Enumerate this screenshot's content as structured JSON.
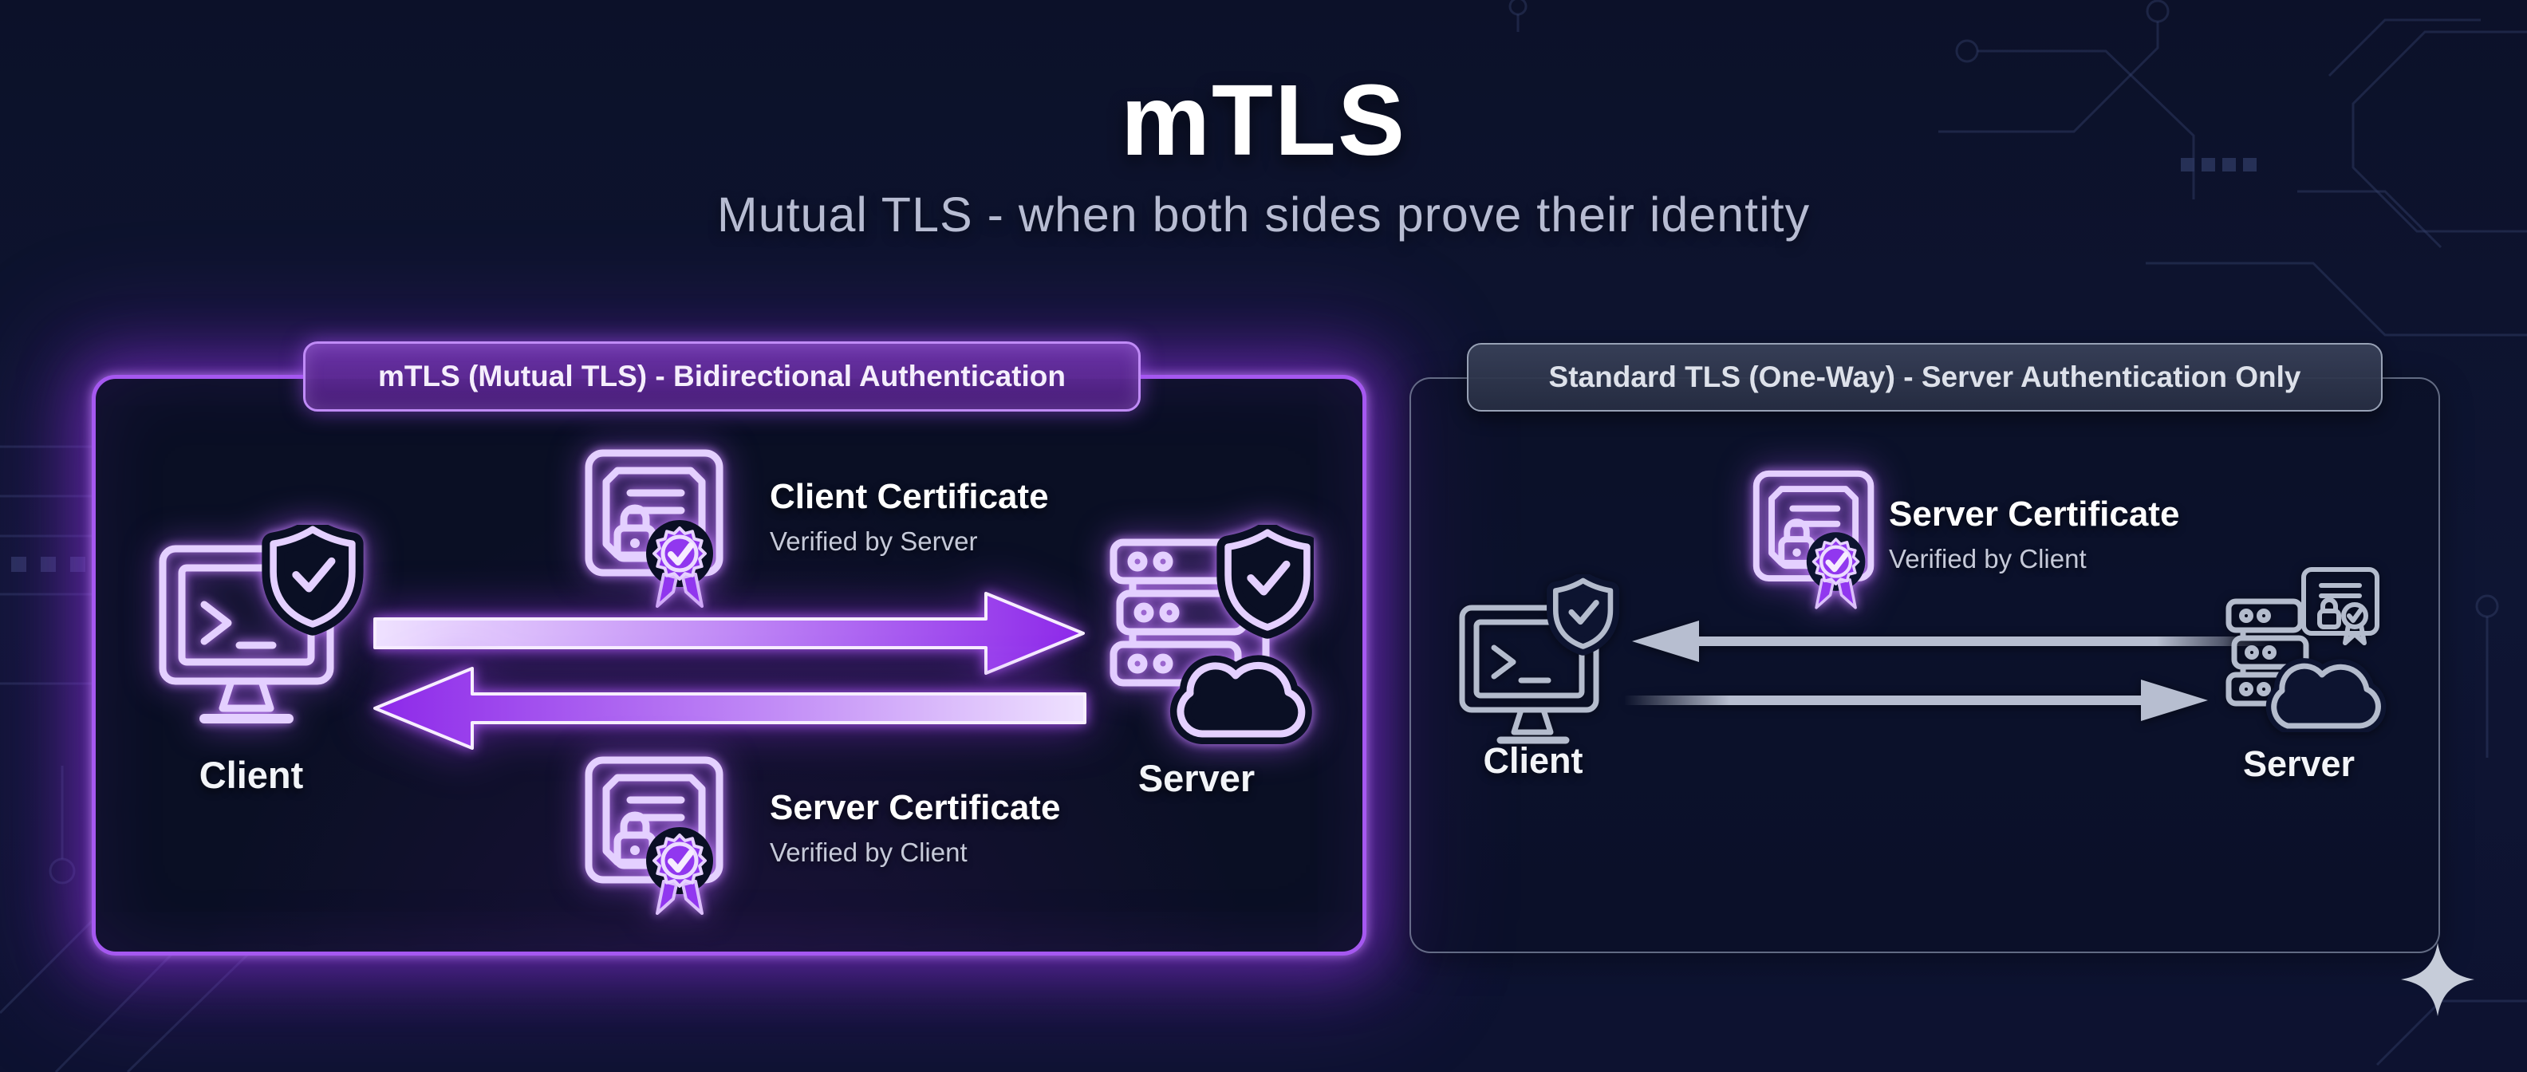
{
  "header": {
    "title": "mTLS",
    "subtitle": "Mutual TLS - when both sides prove their identity"
  },
  "mtls_panel": {
    "badge": "mTLS (Mutual TLS) - Bidirectional Authentication",
    "client_label": "Client",
    "server_label": "Server",
    "client_cert": {
      "title": "Client Certificate",
      "subtitle": "Verified by Server"
    },
    "server_cert": {
      "title": "Server Certificate",
      "subtitle": "Verified by Client"
    },
    "flows": {
      "top": "client-to-server",
      "bottom": "server-to-client"
    }
  },
  "standard_panel": {
    "badge": "Standard TLS (One-Way) - Server Authentication Only",
    "client_label": "Client",
    "server_label": "Server",
    "server_cert": {
      "title": "Server Certificate",
      "subtitle": "Verified by Client"
    },
    "flows": {
      "top": "server-to-client",
      "bottom": "client-to-server"
    }
  },
  "icons": {
    "mtls_client": "monitor-terminal-shield-icon",
    "mtls_server": "server-rack-shield-cloud-icon",
    "client_certificate": "certificate-lock-ribbon-icon",
    "server_certificate": "certificate-lock-ribbon-icon",
    "standard_client": "monitor-terminal-shield-icon",
    "standard_server": "server-rack-certificate-cloud-icon",
    "sparkle": "sparkle-icon"
  },
  "colors": {
    "accent_purple": "#a855f7",
    "neon_stroke": "#e4d0ff",
    "arrow_purple": "#8d28e9",
    "arrow_light": "#efe2ff",
    "gray_icon": "#b4bccd",
    "background": "#0d1330",
    "panel_fill": "#0a0f24"
  }
}
